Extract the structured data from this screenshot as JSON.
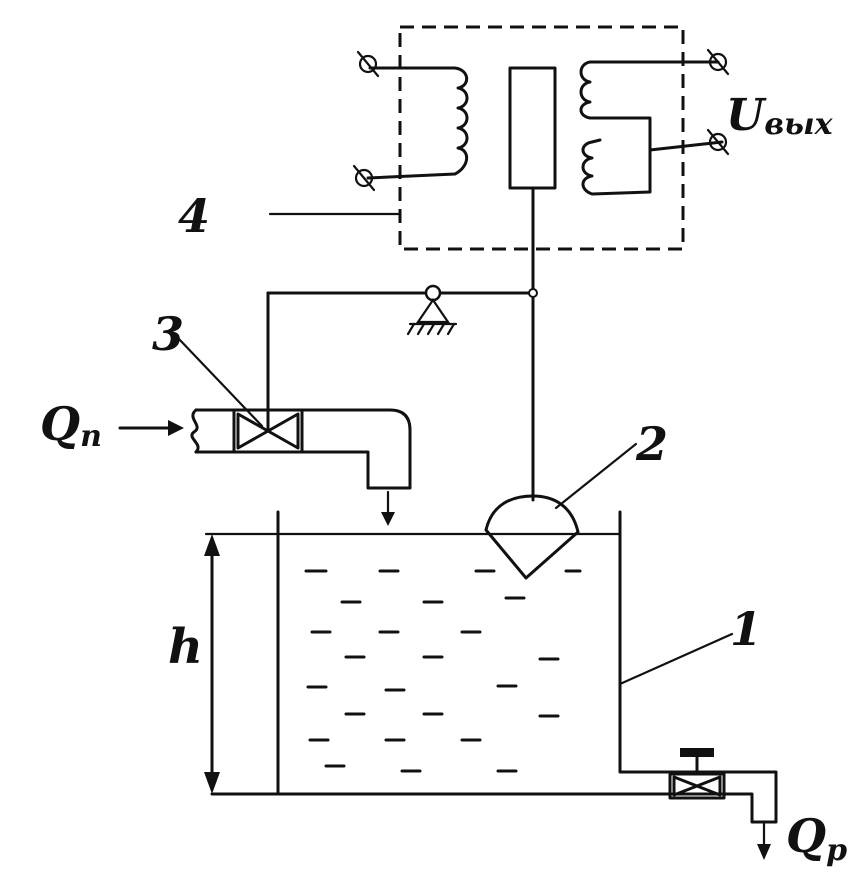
{
  "labels": {
    "tank": "1",
    "float": "2",
    "valve": "3",
    "transducer": "4",
    "inflow": "Q",
    "inflow_sub": "п",
    "outflow": "Q",
    "outflow_sub": "р",
    "level": "h",
    "output_voltage": "U",
    "output_voltage_sub": "вых"
  }
}
